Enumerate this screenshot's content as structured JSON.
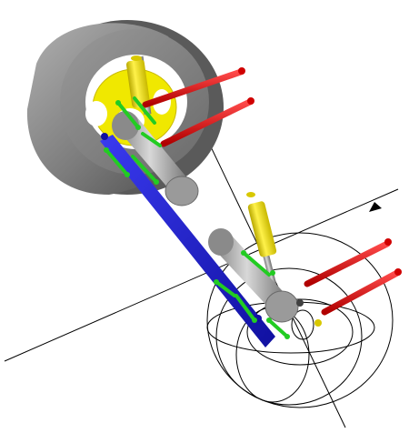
{
  "scene": {
    "components": [
      {
        "id": "front-wheel-tire",
        "kind": "tire"
      },
      {
        "id": "front-wheel-hub",
        "kind": "hub"
      },
      {
        "id": "front-damper",
        "kind": "damper"
      },
      {
        "id": "front-upper-control-arm",
        "kind": "arm"
      },
      {
        "id": "front-lower-control-arm",
        "kind": "arm"
      },
      {
        "id": "trailing-link",
        "kind": "link"
      },
      {
        "id": "rear-wheel-outline",
        "kind": "wireframe-wheel"
      },
      {
        "id": "rear-damper",
        "kind": "damper"
      },
      {
        "id": "rear-upper-control-arm",
        "kind": "arm"
      },
      {
        "id": "rear-lower-control-arm",
        "kind": "arm"
      },
      {
        "id": "reference-axes",
        "kind": "axis"
      }
    ],
    "colors": {
      "tire": "#8a8a8a",
      "tire_dark": "#5e5e5e",
      "hub": "#f0e800",
      "arm": "#e01010",
      "link": "#2020d8",
      "bushing": "#22cc22",
      "knuckle": "#a0a0a0",
      "axis": "#000000"
    }
  }
}
